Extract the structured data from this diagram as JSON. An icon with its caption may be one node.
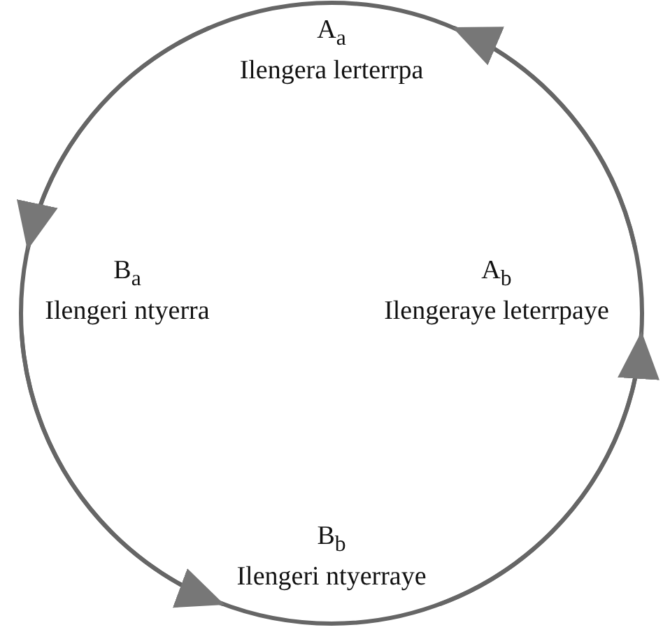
{
  "diagram": {
    "nodes": [
      {
        "text": [
          "A$_{a}$",
          "Ilengera lerterrpa"
        ]
      },
      {
        "text": [
          "B$_{a}$",
          "Ilengeri ntyerra"
        ]
      },
      {
        "text": [
          "B$_{b}$",
          "Ilengeri ntyerraye"
        ]
      },
      {
        "text": [
          "A$_{b}$",
          "Ilengeraye leterrpaye"
        ]
      }
    ],
    "edges": [
      {
        "from": 0,
        "to": 1,
        "arrow": "to"
      },
      {
        "from": 1,
        "to": 2,
        "arrow": "to"
      },
      {
        "from": 2,
        "to": 3,
        "arrow": "to"
      },
      {
        "from": 3,
        "to": 0,
        "arrow": "to"
      }
    ]
  }
}
